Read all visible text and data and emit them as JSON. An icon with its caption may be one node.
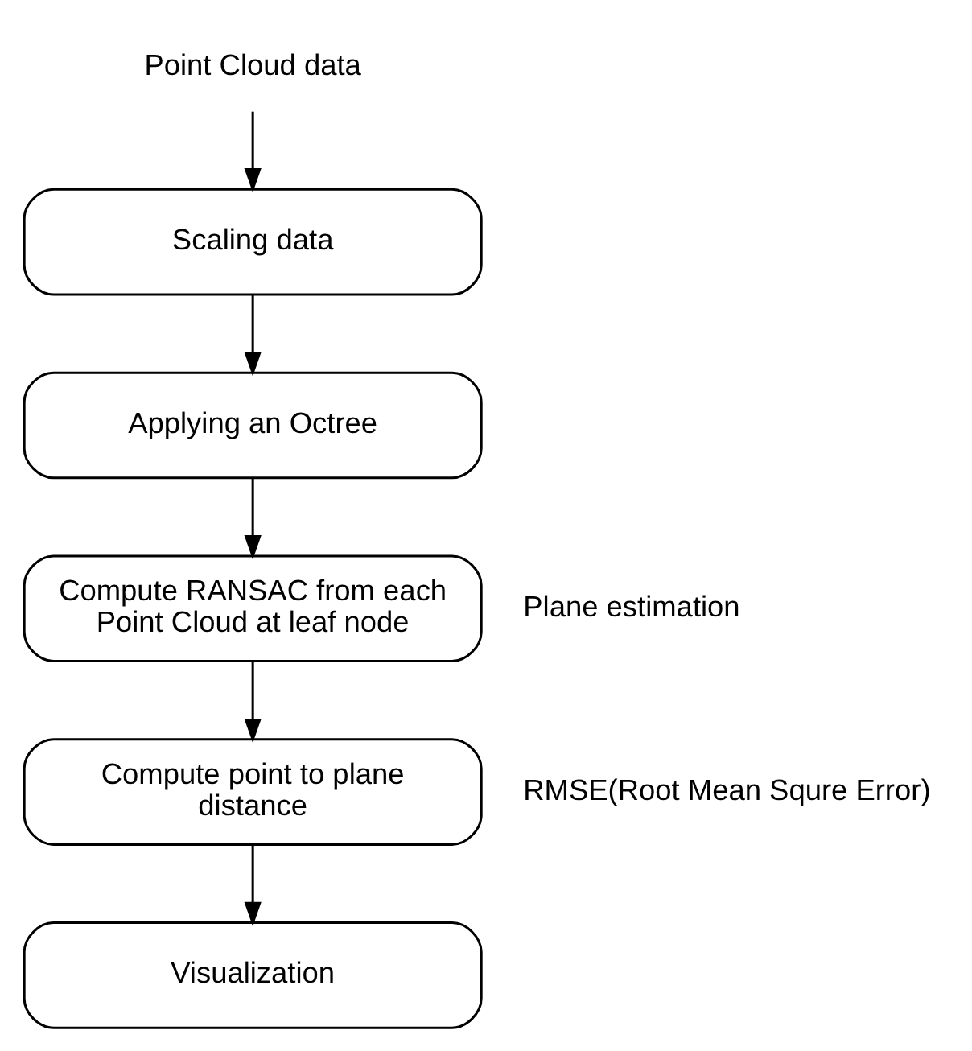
{
  "diagram": {
    "nodes": [
      {
        "text": [
          "Point Cloud data"
        ]
      },
      {
        "text": [
          "Scaling data"
        ]
      },
      {
        "text": [
          "Applying an Octree"
        ]
      },
      {
        "text": [
          "Compute RANSAC from each Point Cloud at leaf node"
        ],
        "beside": [
          "Plane estimation"
        ]
      },
      {
        "text": [
          "Compute point to plane distance"
        ],
        "beside": [
          "RMSE(Root Mean Squre Error)"
        ]
      },
      {
        "text": [
          "Visualization"
        ]
      }
    ],
    "edges": [
      {
        "from": 0,
        "to": 1,
        "arrow": "to"
      },
      {
        "from": 1,
        "to": 2,
        "arrow": "to"
      },
      {
        "from": 2,
        "to": 3,
        "arrow": "to"
      },
      {
        "from": 3,
        "to": 4,
        "arrow": "to"
      },
      {
        "from": 4,
        "to": 5,
        "arrow": "to"
      }
    ]
  }
}
